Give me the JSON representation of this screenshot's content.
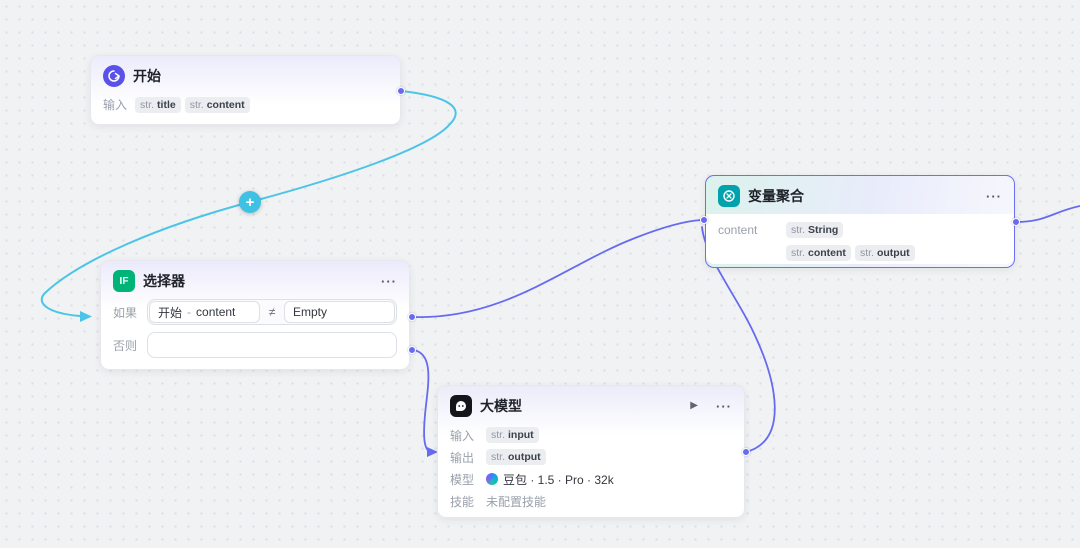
{
  "palette": {
    "edge_purple": "#666bf0",
    "edge_cyan": "#4cc4e8",
    "start_icon_bg": "#5a51e8",
    "if_icon_bg": "#00b377",
    "llm_icon_bg": "#15161a",
    "agg_icon_bg": "#00a3ad",
    "selected_border": "#6d70f1"
  },
  "icons": {
    "more": "···",
    "play": "▶",
    "plus": "+"
  },
  "nodes": {
    "start": {
      "title": "开始",
      "input_label": "输入",
      "tags": [
        {
          "type": "str.",
          "name": "title"
        },
        {
          "type": "str.",
          "name": "content"
        }
      ]
    },
    "selector": {
      "icon_text": "IF",
      "title": "选择器",
      "if_label": "如果",
      "else_label": "否则",
      "condition": {
        "left_node": "开始",
        "dash": "-",
        "left_field": "content",
        "op": "≠",
        "right": "Empty"
      }
    },
    "llm": {
      "title": "大模型",
      "input_label": "输入",
      "output_label": "输出",
      "model_label": "模型",
      "skill_label": "技能",
      "input_tag": {
        "type": "str.",
        "name": "input"
      },
      "output_tag": {
        "type": "str.",
        "name": "output"
      },
      "model_value": "豆包 · 1.5 · Pro · 32k",
      "skill_value": "未配置技能"
    },
    "aggregate": {
      "title": "变量聚合",
      "group_label": "content",
      "type_tag": {
        "type": "str.",
        "name": "String"
      },
      "var_tags": [
        {
          "type": "str.",
          "name": "content"
        },
        {
          "type": "str.",
          "name": "output"
        }
      ]
    }
  }
}
